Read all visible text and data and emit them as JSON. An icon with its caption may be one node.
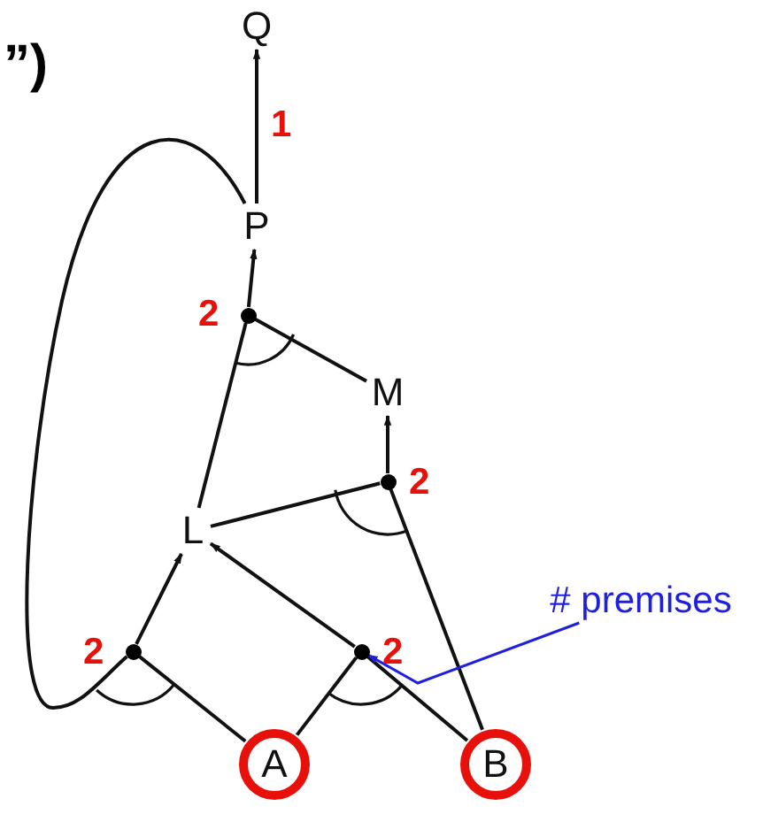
{
  "diagram": {
    "nodes": [
      {
        "text": [
          "Q"
        ]
      },
      {
        "text": [
          "P"
        ]
      },
      {
        "text": [
          "M"
        ]
      },
      {
        "text": [
          "L"
        ]
      },
      {
        "text": [
          "A"
        ]
      },
      {
        "text": [
          "B"
        ]
      },
      {
        "text": [],
        "shape": "circle",
        "beside": [
          "2"
        ]
      },
      {
        "text": [],
        "shape": "circle",
        "beside": [
          "2"
        ]
      },
      {
        "text": [],
        "shape": "circle",
        "beside": [
          "2"
        ]
      },
      {
        "text": [],
        "shape": "circle",
        "beside": [
          "2"
        ]
      },
      {
        "text": [
          "# premises"
        ]
      }
    ],
    "edges": [
      {
        "from": 1,
        "to": 0,
        "arrow": "to",
        "label": "1"
      },
      {
        "from": 6,
        "to": 1,
        "arrow": "to"
      },
      {
        "from": 3,
        "to": 6,
        "arrow": "none"
      },
      {
        "from": 2,
        "to": 6,
        "arrow": "none"
      },
      {
        "from": 7,
        "to": 2,
        "arrow": "to"
      },
      {
        "from": 3,
        "to": 7,
        "arrow": "none"
      },
      {
        "from": 5,
        "to": 7,
        "arrow": "none"
      },
      {
        "from": 8,
        "to": 3,
        "arrow": "to"
      },
      {
        "from": 1,
        "to": 8,
        "arrow": "none"
      },
      {
        "from": 4,
        "to": 8,
        "arrow": "none"
      },
      {
        "from": 9,
        "to": 3,
        "arrow": "to"
      },
      {
        "from": 4,
        "to": 9,
        "arrow": "none"
      },
      {
        "from": 5,
        "to": 9,
        "arrow": "none"
      },
      {
        "from": 10,
        "to": 9,
        "arrow": "to",
        "color": "#1f1fe0"
      }
    ],
    "labels": [
      "”)"
    ]
  }
}
